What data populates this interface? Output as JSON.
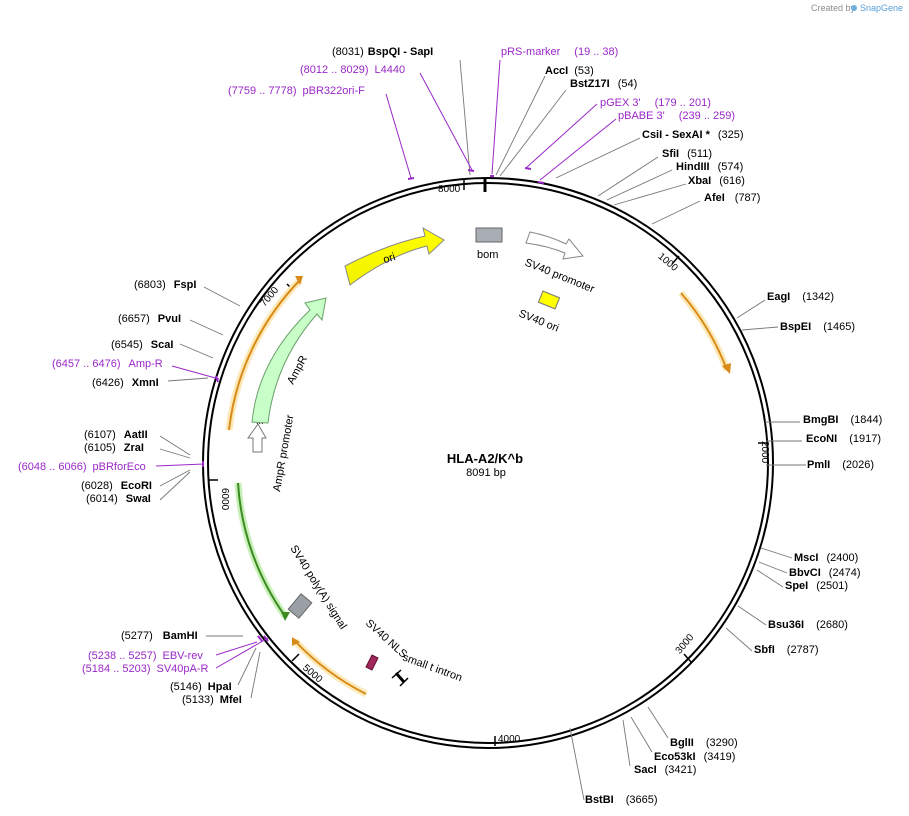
{
  "header": {
    "credit_prefix": "Created by",
    "credit_brand": "SnapGene"
  },
  "plasmid": {
    "name": "HLA-A2/K^b",
    "length_label": "8091 bp"
  },
  "ring_ticks": [
    "8000",
    "1000",
    "2000",
    "3000",
    "4000",
    "5000",
    "6000",
    "7000"
  ],
  "enzymes": [
    {
      "pos": "(8031)",
      "name": "BspQI",
      "suffix": " - SapI"
    },
    {
      "pos": "(53)",
      "name": "AccI"
    },
    {
      "pos": "(54)",
      "name": "BstZ17I"
    },
    {
      "name": "CsiI",
      "suffix": " - SexAI *",
      "pos": "(325)"
    },
    {
      "name": "SfiI",
      "pos": "(511)"
    },
    {
      "name": "HindIII",
      "pos": "(574)"
    },
    {
      "name": "XbaI",
      "pos": "(616)"
    },
    {
      "name": "AfeI",
      "pos": "(787)"
    },
    {
      "name": "EagI",
      "pos": "(1342)"
    },
    {
      "name": "BspEI",
      "pos": "(1465)"
    },
    {
      "name": "BmgBI",
      "pos": "(1844)"
    },
    {
      "name": "EcoNI",
      "pos": "(1917)"
    },
    {
      "name": "PmlI",
      "pos": "(2026)"
    },
    {
      "name": "MscI",
      "pos": "(2400)"
    },
    {
      "name": "BbvCI",
      "pos": "(2474)"
    },
    {
      "name": "SpeI",
      "pos": "(2501)"
    },
    {
      "name": "Bsu36I",
      "pos": "(2680)"
    },
    {
      "name": "SbfI",
      "pos": "(2787)"
    },
    {
      "name": "BglII",
      "pos": "(3290)"
    },
    {
      "name": "Eco53kI",
      "pos": "(3419)"
    },
    {
      "name": "SacI",
      "pos": "(3421)"
    },
    {
      "name": "BstBI",
      "pos": "(3665)"
    },
    {
      "pos": "(5277)",
      "name": "BamHI"
    },
    {
      "pos": "(5146)",
      "name": "HpaI"
    },
    {
      "pos": "(5133)",
      "name": "MfeI"
    },
    {
      "pos": "(6803)",
      "name": "FspI"
    },
    {
      "pos": "(6657)",
      "name": "PvuI"
    },
    {
      "pos": "(6545)",
      "name": "ScaI"
    },
    {
      "pos": "(6426)",
      "name": "XmnI"
    },
    {
      "pos": "(6107)",
      "name": "AatII"
    },
    {
      "pos": "(6105)",
      "name": "ZraI"
    },
    {
      "pos": "(6028)",
      "name": "EcoRI"
    },
    {
      "pos": "(6014)",
      "name": "SwaI"
    }
  ],
  "primers": [
    {
      "label": "pRS-marker",
      "range": "(19 .. 38)"
    },
    {
      "range": "(8012 .. 8029)",
      "label": "L4440"
    },
    {
      "range": "(7759 .. 7778)",
      "label": "pBR322ori-F"
    },
    {
      "label": "pGEX 3'",
      "range": "(179 .. 201)"
    },
    {
      "label": "pBABE 3'",
      "range": "(239 .. 259)"
    },
    {
      "range": "(6457 .. 6476)",
      "label": "Amp-R"
    },
    {
      "range": "(6048 .. 6066)",
      "label": "pBRforEco"
    },
    {
      "range": "(5238 .. 5257)",
      "label": "EBV-rev"
    },
    {
      "range": "(5184 .. 5203)",
      "label": "SV40pA-R"
    }
  ],
  "features": {
    "ori": "ori",
    "bom": "bom",
    "sv40_promoter": "SV40 promoter",
    "sv40_ori": "SV40 ori",
    "ampr": "AmpR",
    "ampr_promoter": "AmpR promoter",
    "sv40_polya": "SV40 poly(A) signal",
    "sv40_nls": "SV40 NLS",
    "small_t_intron": "small t intron",
    "dots": "...",
    "colors": {
      "ori": "#ffff00",
      "ampr": "#c8ffc8",
      "orf": "#f5a623",
      "primer": "#9a28c8",
      "bom": "#a8aeb4",
      "polya": "#9aa0a6",
      "nls": "#a0285a"
    }
  }
}
